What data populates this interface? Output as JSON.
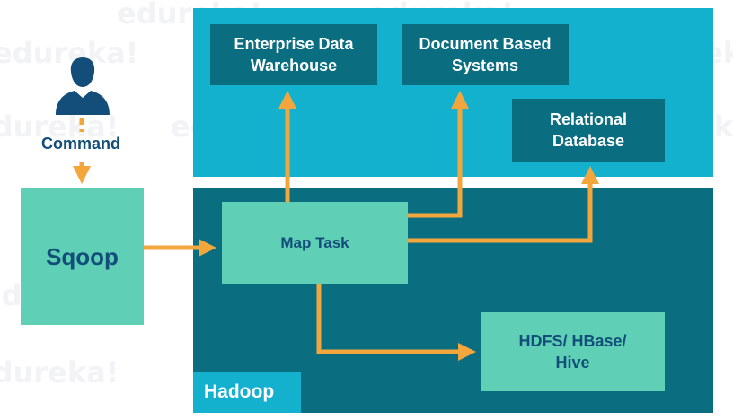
{
  "watermark": "edureka!",
  "user": {
    "command_label": "Command"
  },
  "sqoop": {
    "label": "Sqoop"
  },
  "rdbms": {
    "enterprise_dw": [
      "Enterprise Data",
      "Warehouse"
    ],
    "document_systems": [
      "Document Based",
      "Systems"
    ],
    "relational_db": [
      "Relational",
      "Database"
    ]
  },
  "hadoop": {
    "label": "Hadoop",
    "map_task": "Map Task",
    "storage": [
      "HDFS/ HBase/",
      "Hive"
    ]
  },
  "colors": {
    "top_panel": "#14b1cf",
    "bottom_panel": "#0b6d80",
    "light_box": "#5fcfb6",
    "arrow": "#f3a63b",
    "dark_text": "#124e79",
    "white_text": "#ffffff"
  }
}
